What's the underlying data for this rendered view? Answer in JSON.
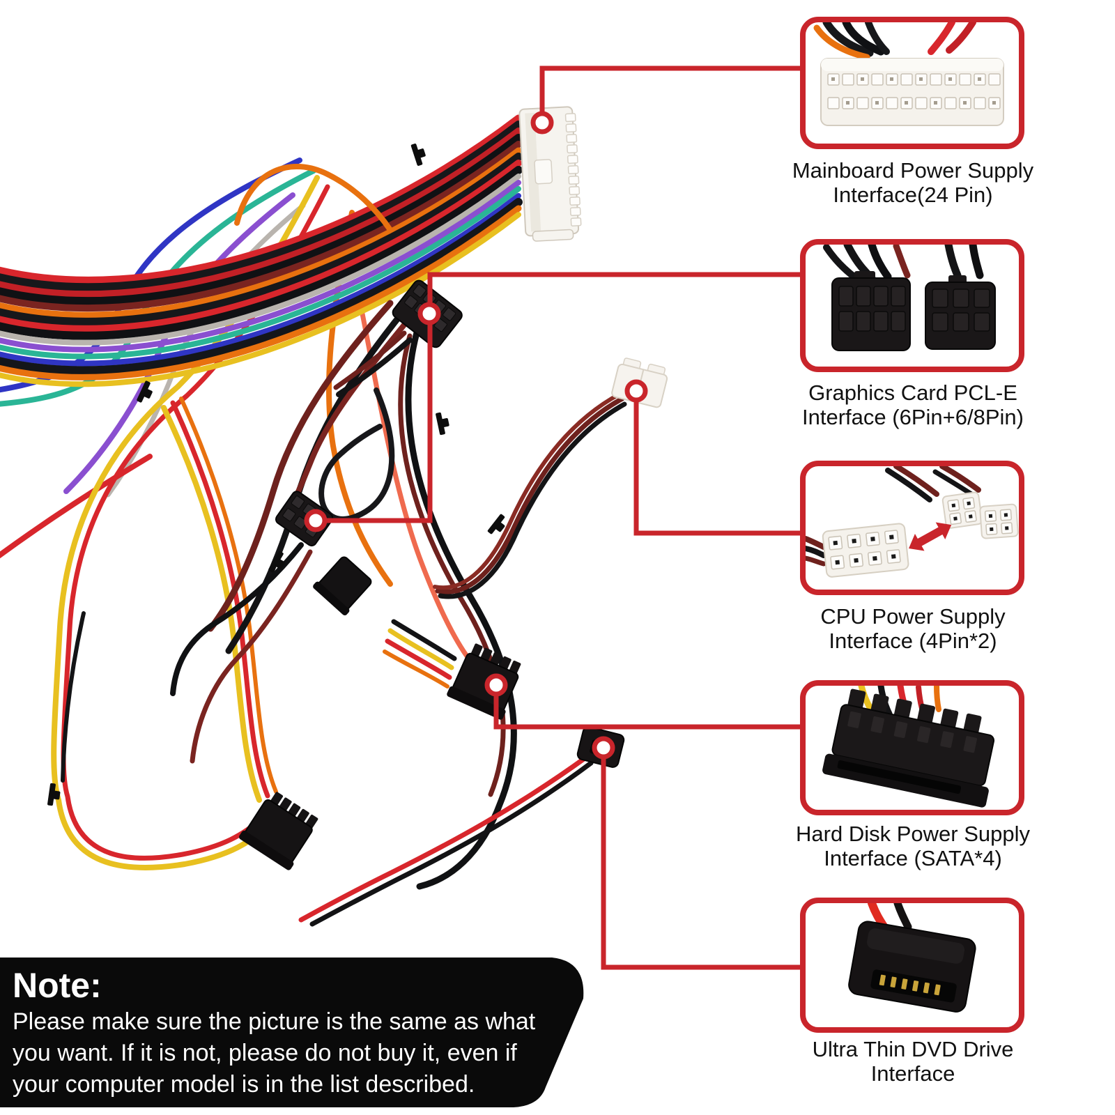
{
  "callouts": [
    {
      "id": "mainboard",
      "label_line1": "Mainboard Power Supply",
      "label_line2": "Interface(24 Pin)"
    },
    {
      "id": "graphics",
      "label_line1": "Graphics Card PCL-E",
      "label_line2": "Interface (6Pin+6/8Pin)"
    },
    {
      "id": "cpu",
      "label_line1": "CPU Power Supply",
      "label_line2": "Interface (4Pin*2)"
    },
    {
      "id": "harddisk",
      "label_line1": "Hard Disk Power Supply",
      "label_line2": "Interface (SATA*4)"
    },
    {
      "id": "dvd",
      "label_line1": "Ultra Thin DVD Drive",
      "label_line2": "Interface"
    }
  ],
  "note": {
    "title": "Note:",
    "line1": "Please make sure the picture is the same as what",
    "line2": "you want. If it is not, please do not buy it, even if",
    "line3": "your computer model is in the list described."
  },
  "palette": {
    "accent": "#c9252b",
    "wire_red": "#d8262c",
    "wire_dark_red": "#7a2420",
    "wire_black": "#141416",
    "wire_orange": "#e8710f",
    "wire_yellow": "#e8c020",
    "wire_blue": "#2f35c4",
    "wire_teal": "#2ab596",
    "wire_purple": "#8a4fd0",
    "wire_gray": "#b9b4ae",
    "connector_white": "#f6f3ee",
    "connector_black": "#1a1718",
    "note_bg": "#0a0a0a",
    "note_text": "#ffffff",
    "label_text": "#111111"
  }
}
